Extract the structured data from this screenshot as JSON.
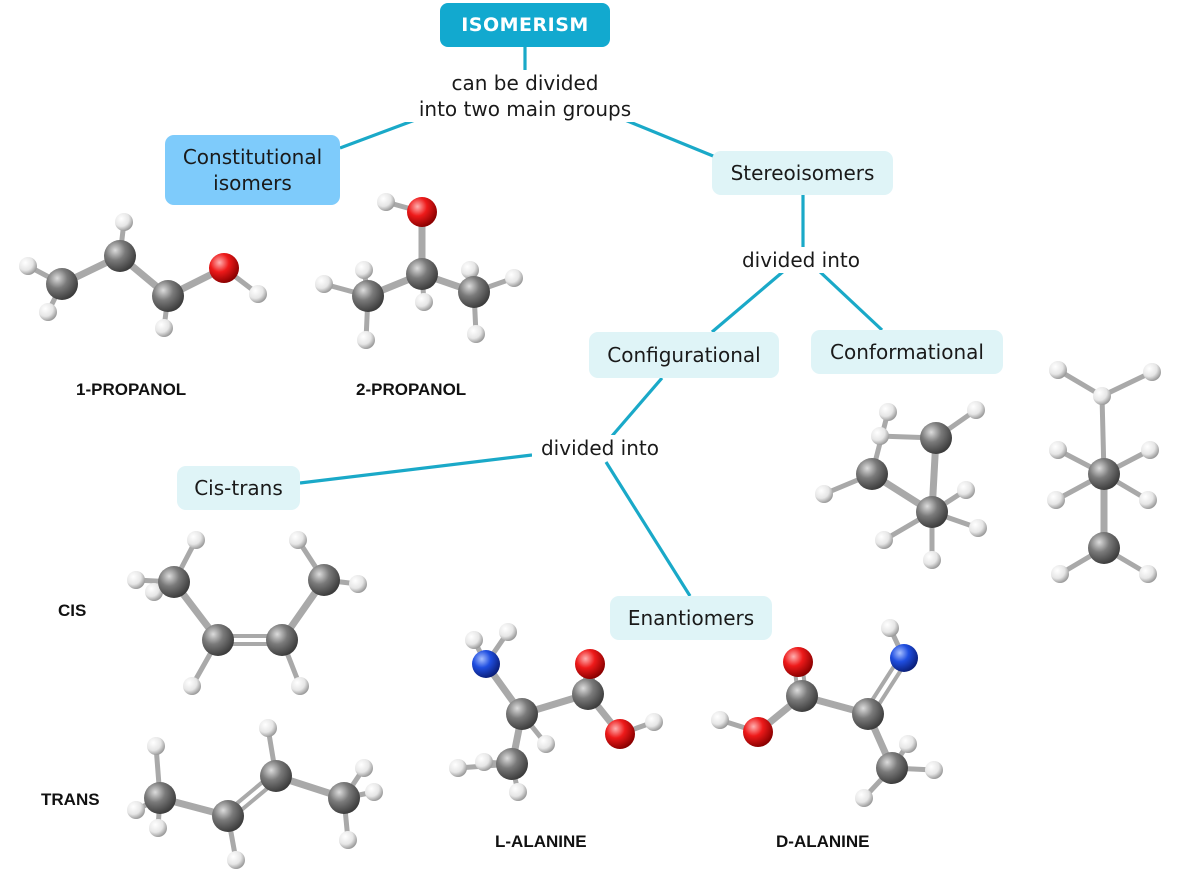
{
  "root": {
    "label": "ISOMERISM"
  },
  "linking_phrases": {
    "main": [
      "can be divided",
      "into two main groups"
    ],
    "stereo_divided": "divided into",
    "config_divided": "divided into"
  },
  "concepts": {
    "constitutional": [
      "Constitutional",
      "isomers"
    ],
    "stereoisomers": "Stereoisomers",
    "configurational": "Configurational",
    "conformational": "Conformational",
    "cis_trans": "Cis-trans",
    "enantiomers": "Enantiomers"
  },
  "molecule_labels": {
    "propanol1": "1-PROPANOL",
    "propanol2": "2-PROPANOL",
    "cis": "CIS",
    "trans": "TRANS",
    "l_alanine": "L-ALANINE",
    "d_alanine": "D-ALANINE"
  },
  "colors": {
    "connector": "#1aa9c8",
    "root_fill": "#12a9cf",
    "constitutional_fill": "#7ecbfb",
    "concept_fill": "#dff4f7",
    "carbon": "#7a7a7a",
    "hydrogen": "#f2f2f2",
    "oxygen": "#e8121c",
    "nitrogen": "#1f4ee0",
    "bond": "#a9a9a9"
  }
}
